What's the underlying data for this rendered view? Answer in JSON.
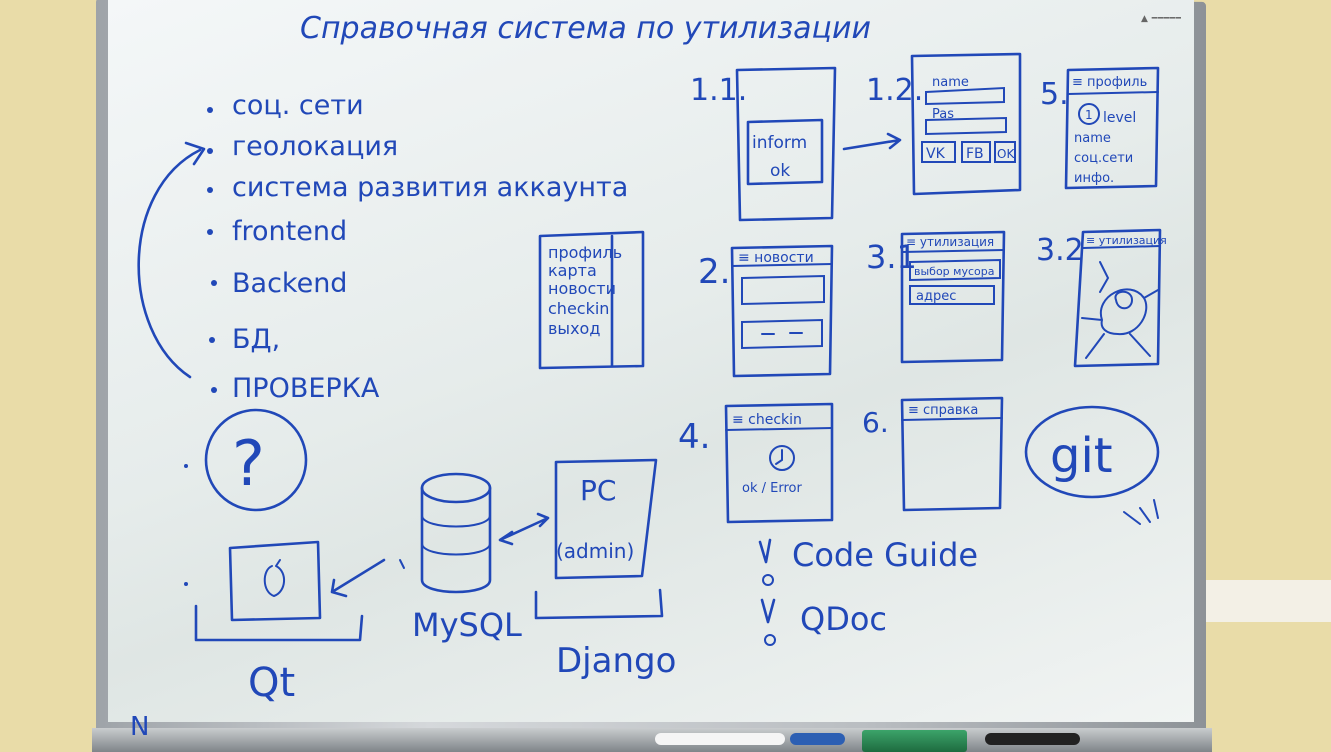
{
  "title": "Справочная система по утилизации",
  "features": [
    "соц. сети",
    "геолокация",
    "система развития аккаунта",
    "frontend",
    "Backend",
    "БД,",
    "ПРОВЕРКА"
  ],
  "menu": [
    "профиль",
    "карта",
    "новости",
    "checkin",
    "выход"
  ],
  "screens": {
    "s1_1": {
      "num": "1.1.",
      "line1": "inform",
      "line2": "ok"
    },
    "s1_2": {
      "num": "1.2.",
      "name": "name",
      "pas": "Pas",
      "b1": "VK",
      "b2": "FB",
      "b3": "OK"
    },
    "s5": {
      "num": "5.",
      "header": "≡ профиль",
      "level": "level",
      "lines": [
        "name",
        "соц.сети",
        "инфо."
      ]
    },
    "s2": {
      "num": "2.",
      "header": "≡ новости"
    },
    "s3_1": {
      "num": "3.1",
      "header": "≡ утилизация",
      "f1": "выбор мусора",
      "f2": "адрес"
    },
    "s3_2": {
      "num": "3.2",
      "header": "≡ утилизация"
    },
    "s4": {
      "num": "4.",
      "header": "≡ checkin",
      "label": "ok / Error"
    },
    "s6": {
      "num": "6.",
      "header": "≡ справка"
    }
  },
  "stack": {
    "question": "?",
    "db": "MySQL",
    "pc": "PC",
    "admin": "(admin)",
    "framework": "Django",
    "qt": "Qt",
    "git": "git"
  },
  "tools": [
    "Code Guide",
    "QDoc"
  ],
  "corner": "N",
  "colors": {
    "ink": "#2148b8",
    "wall": "#e9dca8",
    "board": "#eef2f2"
  }
}
